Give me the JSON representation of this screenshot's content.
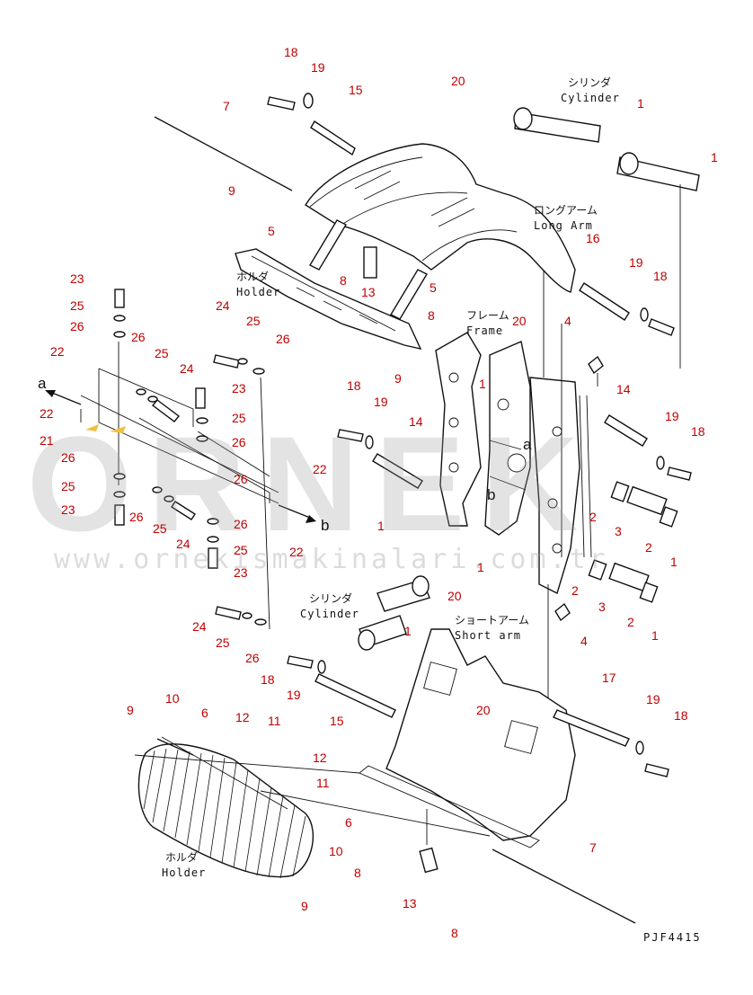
{
  "callouts": [
    {
      "id": "c18a",
      "text": "18"
    },
    {
      "id": "c19a",
      "text": "19"
    },
    {
      "id": "c15a",
      "text": "15"
    },
    {
      "id": "c20a",
      "text": "20"
    },
    {
      "id": "c7a",
      "text": "7"
    },
    {
      "id": "c1a",
      "text": "1"
    },
    {
      "id": "c1b",
      "text": "1"
    },
    {
      "id": "c9a",
      "text": "9"
    },
    {
      "id": "c5a",
      "text": "5"
    },
    {
      "id": "c8a",
      "text": "8"
    },
    {
      "id": "c13a",
      "text": "13"
    },
    {
      "id": "c5b",
      "text": "5"
    },
    {
      "id": "c16a",
      "text": "16"
    },
    {
      "id": "c19b",
      "text": "19"
    },
    {
      "id": "c18b",
      "text": "18"
    },
    {
      "id": "c23a",
      "text": "23"
    },
    {
      "id": "c25a",
      "text": "25"
    },
    {
      "id": "c26a",
      "text": "26"
    },
    {
      "id": "c24a",
      "text": "24"
    },
    {
      "id": "c25b",
      "text": "25"
    },
    {
      "id": "c26b",
      "text": "26"
    },
    {
      "id": "c8b",
      "text": "8"
    },
    {
      "id": "c20b",
      "text": "20"
    },
    {
      "id": "c4a",
      "text": "4"
    },
    {
      "id": "c22a",
      "text": "22"
    },
    {
      "id": "c22b",
      "text": "22"
    },
    {
      "id": "c26c",
      "text": "26"
    },
    {
      "id": "c25c",
      "text": "25"
    },
    {
      "id": "c24b",
      "text": "24"
    },
    {
      "id": "c23b",
      "text": "23"
    },
    {
      "id": "c9b",
      "text": "9"
    },
    {
      "id": "c1c",
      "text": "1"
    },
    {
      "id": "c14a",
      "text": "14"
    },
    {
      "id": "c21a",
      "text": "21"
    },
    {
      "id": "c25d",
      "text": "25"
    },
    {
      "id": "c26d",
      "text": "26"
    },
    {
      "id": "c18c",
      "text": "18"
    },
    {
      "id": "c19c",
      "text": "19"
    },
    {
      "id": "c14b",
      "text": "14"
    },
    {
      "id": "c19d",
      "text": "19"
    },
    {
      "id": "c18d",
      "text": "18"
    },
    {
      "id": "c26e",
      "text": "26"
    },
    {
      "id": "c22c",
      "text": "22"
    },
    {
      "id": "c25e",
      "text": "25"
    },
    {
      "id": "c26f",
      "text": "26"
    },
    {
      "id": "c23c",
      "text": "23"
    },
    {
      "id": "c26g",
      "text": "26"
    },
    {
      "id": "c25f",
      "text": "25"
    },
    {
      "id": "c24c",
      "text": "24"
    },
    {
      "id": "c26h",
      "text": "26"
    },
    {
      "id": "c25g",
      "text": "25"
    },
    {
      "id": "c22d",
      "text": "22"
    },
    {
      "id": "c23d",
      "text": "23"
    },
    {
      "id": "c2a",
      "text": "2"
    },
    {
      "id": "c3a",
      "text": "3"
    },
    {
      "id": "c2b",
      "text": "2"
    },
    {
      "id": "c1d",
      "text": "1"
    },
    {
      "id": "c1e",
      "text": "1"
    },
    {
      "id": "c20c",
      "text": "20"
    },
    {
      "id": "c1f",
      "text": "1"
    },
    {
      "id": "c2c",
      "text": "2"
    },
    {
      "id": "c3b",
      "text": "3"
    },
    {
      "id": "c2d",
      "text": "2"
    },
    {
      "id": "c1g",
      "text": "1"
    },
    {
      "id": "c4b",
      "text": "4"
    },
    {
      "id": "c24d",
      "text": "24"
    },
    {
      "id": "c25h",
      "text": "25"
    },
    {
      "id": "c26i",
      "text": "26"
    },
    {
      "id": "c1h",
      "text": "1"
    },
    {
      "id": "c18e",
      "text": "18"
    },
    {
      "id": "c19e",
      "text": "19"
    },
    {
      "id": "c15b",
      "text": "15"
    },
    {
      "id": "c17a",
      "text": "17"
    },
    {
      "id": "c19f",
      "text": "19"
    },
    {
      "id": "c18f",
      "text": "18"
    },
    {
      "id": "c20d",
      "text": "20"
    },
    {
      "id": "c9c",
      "text": "9"
    },
    {
      "id": "c10a",
      "text": "10"
    },
    {
      "id": "c6a",
      "text": "6"
    },
    {
      "id": "c12a",
      "text": "12"
    },
    {
      "id": "c11a",
      "text": "11"
    },
    {
      "id": "c12b",
      "text": "12"
    },
    {
      "id": "c11b",
      "text": "11"
    },
    {
      "id": "c6b",
      "text": "6"
    },
    {
      "id": "c10b",
      "text": "10"
    },
    {
      "id": "c8c",
      "text": "8"
    },
    {
      "id": "c13b",
      "text": "13"
    },
    {
      "id": "c8d",
      "text": "8"
    },
    {
      "id": "c9d",
      "text": "9"
    },
    {
      "id": "c7b",
      "text": "7"
    }
  ],
  "labels": {
    "cylinder_top_jp": "シリンダ",
    "cylinder_top_en": "Cylinder",
    "long_arm_jp": "ロングアーム",
    "long_arm_en": "Long Arm",
    "holder_top_jp": "ホルダ",
    "holder_top_en": "Holder",
    "frame_jp": "フレーム",
    "frame_en": "Frame",
    "cylinder_mid_jp": "シリンダ",
    "cylinder_mid_en": "Cylinder",
    "short_arm_jp": "ショートアーム",
    "short_arm_en": "Short arm",
    "holder_bot_jp": "ホルダ",
    "holder_bot_en": "Holder",
    "ref_a_left": "a",
    "ref_b_right": "b",
    "ref_a_frame": "a",
    "ref_b_frame": "b",
    "drawing_code": "PJF4415"
  },
  "watermark": {
    "logo": "ORNEK",
    "url": "www.ornekismakinalari.com.tr"
  },
  "colors": {
    "callout": "#c00000",
    "line": "#111111",
    "watermark": "#9c9c9c",
    "accent_arrow": "#f0c040"
  }
}
